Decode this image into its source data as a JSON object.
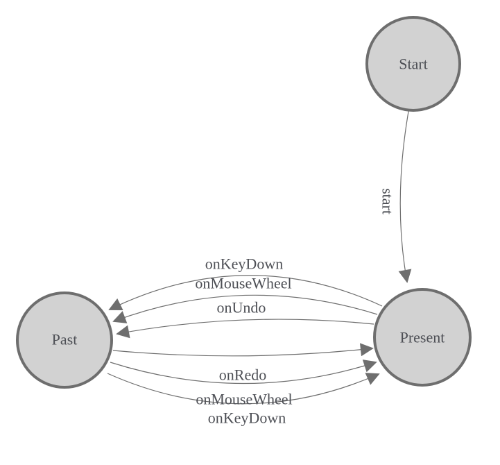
{
  "diagram": {
    "type": "state-diagram",
    "background_color": "#ffffff",
    "node_fill": "#d2d2d2",
    "node_stroke": "#6e6e6e",
    "edge_color": "#6e6e6e",
    "label_color": "#4d4f55",
    "nodes": [
      {
        "id": "start",
        "label": "Start"
      },
      {
        "id": "past",
        "label": "Past"
      },
      {
        "id": "present",
        "label": "Present"
      }
    ],
    "edges": [
      {
        "from": "Start",
        "to": "Present",
        "label": "start"
      },
      {
        "from": "Present",
        "to": "Past",
        "label": "onKeyDown"
      },
      {
        "from": "Present",
        "to": "Past",
        "label": "onMouseWheel"
      },
      {
        "from": "Present",
        "to": "Past",
        "label": "onUndo"
      },
      {
        "from": "Past",
        "to": "Present",
        "label": "onRedo"
      },
      {
        "from": "Past",
        "to": "Present",
        "label": "onMouseWheel"
      },
      {
        "from": "Past",
        "to": "Present",
        "label": "onKeyDown"
      }
    ]
  }
}
